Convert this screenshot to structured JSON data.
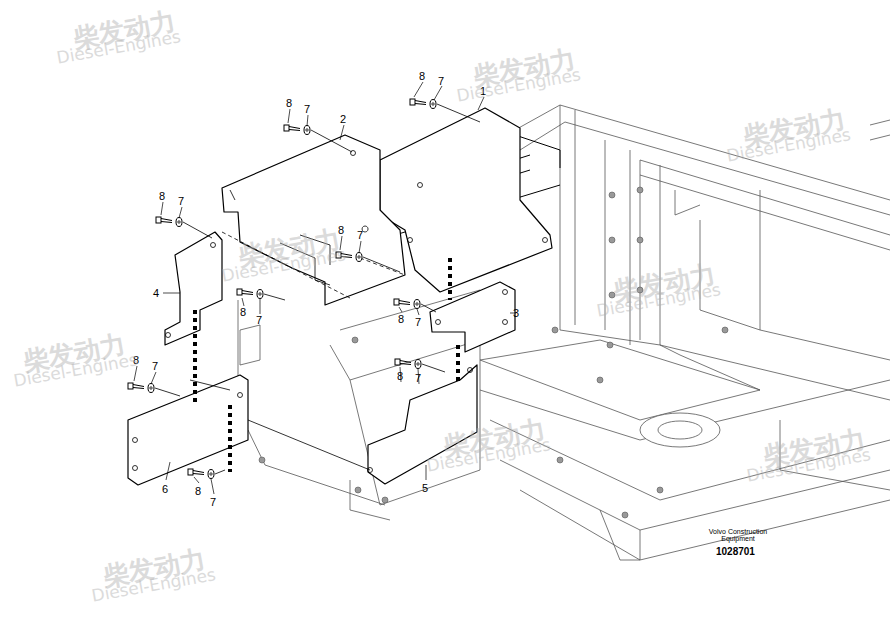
{
  "diagram": {
    "labels": [
      "8",
      "7",
      "1",
      "8",
      "7",
      "2",
      "8",
      "7",
      "8",
      "7",
      "4",
      "8",
      "7",
      "8",
      "7",
      "3",
      "8",
      "7",
      "8",
      "7",
      "6",
      "8",
      "7",
      "5",
      "Volvo Construction Equipment",
      "1028701",
      "柴发动力",
      "Diesel-Engines",
      "柴发动力",
      "Diesel-Engines",
      "柴发动力",
      "Diesel-Engines",
      "柴发动力",
      "Diesel-Engines",
      "柴发动力",
      "Diesel-Engines",
      "柴发动力",
      "Diesel-Engines",
      "柴发动力",
      "Diesel-Engines",
      "柴发动力",
      "Diesel-Engines",
      "柴发动力",
      "Diesel-Engines"
    ]
  }
}
